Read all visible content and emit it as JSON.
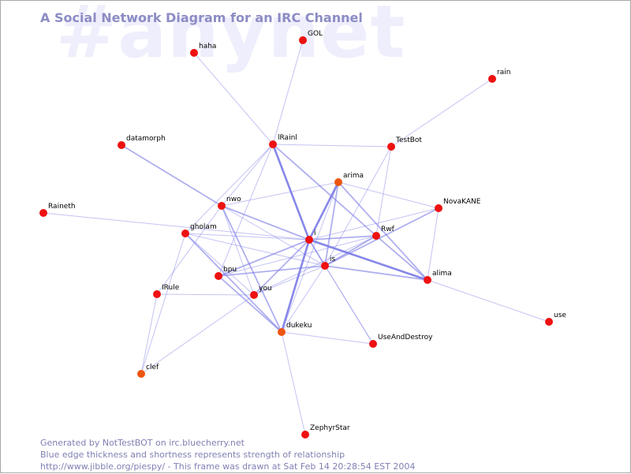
{
  "watermark": "#anynet",
  "title": "A Social Network Diagram for an IRC Channel",
  "footer": {
    "line1": "Generated by NotTestBOT on irc.bluecherry.net",
    "line2": "Blue edge thickness and shortness represents strength of relationship",
    "line3": "http://www.jibble.org/piespy/ - This frame was drawn at Sat Feb 14 20:28:54 EST 2004"
  },
  "colors": {
    "edge": "#7a7ae6",
    "node_red": "#ee1111",
    "node_orange": "#ee5511"
  },
  "nodes": [
    {
      "id": "haha",
      "label": "haha",
      "color": "red"
    },
    {
      "id": "GOL",
      "label": "GOL",
      "color": "red"
    },
    {
      "id": "rain",
      "label": "rain",
      "color": "red"
    },
    {
      "id": "datamorph",
      "label": "datamorph",
      "color": "red"
    },
    {
      "id": "IRainl",
      "label": "lRainl",
      "color": "red"
    },
    {
      "id": "TestBot",
      "label": "TestBot",
      "color": "red"
    },
    {
      "id": "arima",
      "label": "arima",
      "color": "orange"
    },
    {
      "id": "Raineth",
      "label": "Raineth",
      "color": "red"
    },
    {
      "id": "nwo",
      "label": "nwo",
      "color": "red"
    },
    {
      "id": "NovaKANE",
      "label": "NovaKANE",
      "color": "red"
    },
    {
      "id": "gholam",
      "label": "gholam",
      "color": "red"
    },
    {
      "id": "i",
      "label": "i",
      "color": "red"
    },
    {
      "id": "Rwf",
      "label": "Rwf",
      "color": "red"
    },
    {
      "id": "is",
      "label": "is",
      "color": "red"
    },
    {
      "id": "bpu",
      "label": "bpu",
      "color": "red"
    },
    {
      "id": "alima",
      "label": "alima",
      "color": "red"
    },
    {
      "id": "IRule",
      "label": "IRule",
      "color": "red"
    },
    {
      "id": "you",
      "label": "you",
      "color": "red"
    },
    {
      "id": "use",
      "label": "use",
      "color": "red"
    },
    {
      "id": "dukeku",
      "label": "dukeku",
      "color": "orange"
    },
    {
      "id": "UseAndDestroy",
      "label": "UseAndDestroy",
      "color": "red"
    },
    {
      "id": "clef",
      "label": "clef",
      "color": "orange"
    },
    {
      "id": "ZephyrStar",
      "label": "ZephyrStar",
      "color": "red"
    }
  ],
  "edges": [
    {
      "source": "haha",
      "target": "IRainl",
      "weight": 1
    },
    {
      "source": "GOL",
      "target": "IRainl",
      "weight": 1
    },
    {
      "source": "rain",
      "target": "TestBot",
      "weight": 1
    },
    {
      "source": "datamorph",
      "target": "nwo",
      "weight": 2
    },
    {
      "source": "IRainl",
      "target": "TestBot",
      "weight": 1
    },
    {
      "source": "IRainl",
      "target": "i",
      "weight": 3
    },
    {
      "source": "IRainl",
      "target": "Rwf",
      "weight": 2
    },
    {
      "source": "IRainl",
      "target": "nwo",
      "weight": 1
    },
    {
      "source": "IRainl",
      "target": "gholam",
      "weight": 1
    },
    {
      "source": "IRainl",
      "target": "bpu",
      "weight": 1
    },
    {
      "source": "TestBot",
      "target": "Rwf",
      "weight": 1
    },
    {
      "source": "TestBot",
      "target": "is",
      "weight": 1
    },
    {
      "source": "arima",
      "target": "i",
      "weight": 3
    },
    {
      "source": "arima",
      "target": "is",
      "weight": 2
    },
    {
      "source": "arima",
      "target": "nwo",
      "weight": 1
    },
    {
      "source": "arima",
      "target": "NovaKANE",
      "weight": 1
    },
    {
      "source": "arima",
      "target": "alima",
      "weight": 2
    },
    {
      "source": "arima",
      "target": "dukeku",
      "weight": 1
    },
    {
      "source": "Raineth",
      "target": "i",
      "weight": 1
    },
    {
      "source": "nwo",
      "target": "i",
      "weight": 2
    },
    {
      "source": "nwo",
      "target": "is",
      "weight": 1
    },
    {
      "source": "nwo",
      "target": "dukeku",
      "weight": 2
    },
    {
      "source": "nwo",
      "target": "you",
      "weight": 1
    },
    {
      "source": "nwo",
      "target": "IRule",
      "weight": 1
    },
    {
      "source": "NovaKANE",
      "target": "i",
      "weight": 1
    },
    {
      "source": "NovaKANE",
      "target": "alima",
      "weight": 1
    },
    {
      "source": "NovaKANE",
      "target": "is",
      "weight": 2
    },
    {
      "source": "gholam",
      "target": "i",
      "weight": 1
    },
    {
      "source": "gholam",
      "target": "dukeku",
      "weight": 2
    },
    {
      "source": "gholam",
      "target": "is",
      "weight": 1
    },
    {
      "source": "gholam",
      "target": "you",
      "weight": 1
    },
    {
      "source": "i",
      "target": "Rwf",
      "weight": 2
    },
    {
      "source": "i",
      "target": "alima",
      "weight": 3
    },
    {
      "source": "i",
      "target": "is",
      "weight": 2
    },
    {
      "source": "i",
      "target": "bpu",
      "weight": 2
    },
    {
      "source": "i",
      "target": "you",
      "weight": 2
    },
    {
      "source": "i",
      "target": "dukeku",
      "weight": 3
    },
    {
      "source": "i",
      "target": "UseAndDestroy",
      "weight": 1
    },
    {
      "source": "Rwf",
      "target": "is",
      "weight": 2
    },
    {
      "source": "Rwf",
      "target": "alima",
      "weight": 2
    },
    {
      "source": "Rwf",
      "target": "bpu",
      "weight": 1
    },
    {
      "source": "Rwf",
      "target": "you",
      "weight": 1
    },
    {
      "source": "is",
      "target": "alima",
      "weight": 2
    },
    {
      "source": "is",
      "target": "bpu",
      "weight": 2
    },
    {
      "source": "is",
      "target": "UseAndDestroy",
      "weight": 1
    },
    {
      "source": "is",
      "target": "dukeku",
      "weight": 1
    },
    {
      "source": "is",
      "target": "you",
      "weight": 1
    },
    {
      "source": "bpu",
      "target": "dukeku",
      "weight": 2
    },
    {
      "source": "alima",
      "target": "use",
      "weight": 1
    },
    {
      "source": "IRule",
      "target": "you",
      "weight": 1
    },
    {
      "source": "IRule",
      "target": "clef",
      "weight": 1
    },
    {
      "source": "dukeku",
      "target": "UseAndDestroy",
      "weight": 1
    },
    {
      "source": "dukeku",
      "target": "ZephyrStar",
      "weight": 1
    },
    {
      "source": "clef",
      "target": "gholam",
      "weight": 1
    },
    {
      "source": "clef",
      "target": "you",
      "weight": 1
    }
  ]
}
